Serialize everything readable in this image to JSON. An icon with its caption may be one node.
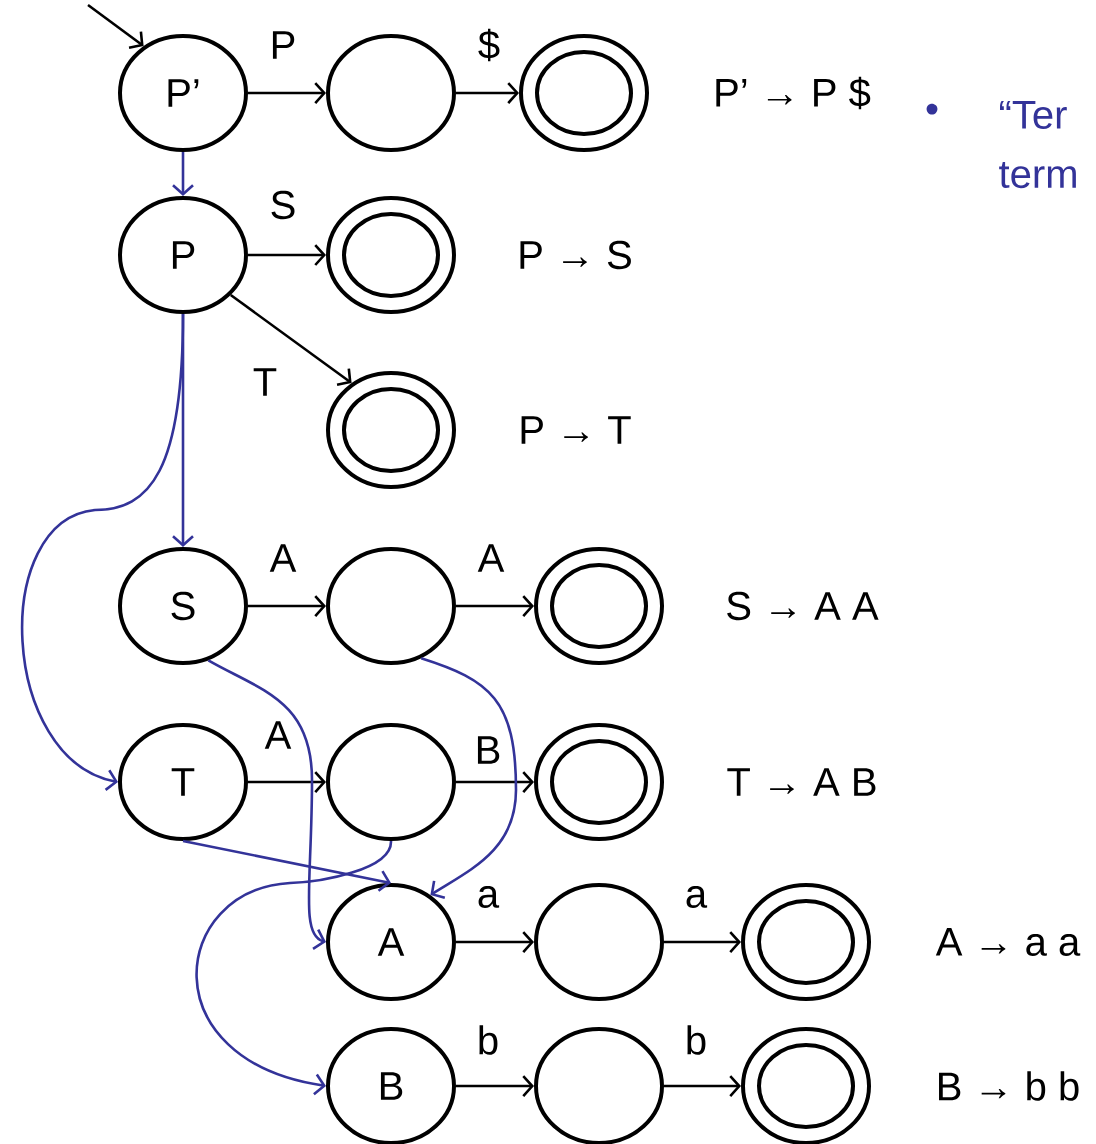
{
  "diagram": {
    "nodes": [
      {
        "text": [
          "P’"
        ]
      },
      {
        "text": [],
        "shape": "circle"
      },
      {
        "text": [],
        "shape": "double-circle"
      },
      {
        "text": [
          "P"
        ]
      },
      {
        "text": [],
        "shape": "double-circle"
      },
      {
        "text": [],
        "shape": "double-circle"
      },
      {
        "text": [
          "S"
        ]
      },
      {
        "text": [],
        "shape": "circle"
      },
      {
        "text": [],
        "shape": "double-circle"
      },
      {
        "text": [
          "T"
        ]
      },
      {
        "text": [],
        "shape": "circle"
      },
      {
        "text": [],
        "shape": "double-circle"
      },
      {
        "text": [
          "A"
        ]
      },
      {
        "text": [],
        "shape": "circle"
      },
      {
        "text": [],
        "shape": "double-circle"
      },
      {
        "text": [
          "B"
        ]
      },
      {
        "text": [],
        "shape": "circle"
      },
      {
        "text": [],
        "shape": "double-circle"
      }
    ],
    "edges": [
      {
        "from": null,
        "to": 0,
        "arrow": "to"
      },
      {
        "from": 0,
        "to": 1,
        "arrow": "to",
        "label": "P"
      },
      {
        "from": 1,
        "to": 2,
        "arrow": "to",
        "label": "$"
      },
      {
        "from": 3,
        "to": 4,
        "arrow": "to",
        "label": "S"
      },
      {
        "from": 3,
        "to": 5,
        "arrow": "to",
        "label": "T"
      },
      {
        "from": 6,
        "to": 7,
        "arrow": "to",
        "label": "A"
      },
      {
        "from": 7,
        "to": 8,
        "arrow": "to",
        "label": "A"
      },
      {
        "from": 9,
        "to": 10,
        "arrow": "to",
        "label": "A"
      },
      {
        "from": 10,
        "to": 11,
        "arrow": "to",
        "label": "B"
      },
      {
        "from": 12,
        "to": 13,
        "arrow": "to",
        "label": "a"
      },
      {
        "from": 13,
        "to": 14,
        "arrow": "to",
        "label": "a"
      },
      {
        "from": 15,
        "to": 16,
        "arrow": "to",
        "label": "b"
      },
      {
        "from": 16,
        "to": 17,
        "arrow": "to",
        "label": "b"
      },
      {
        "from": 0,
        "to": 3,
        "arrow": "to",
        "color": "#333399"
      },
      {
        "from": 3,
        "to": 6,
        "arrow": "to",
        "color": "#333399"
      },
      {
        "from": 3,
        "to": 9,
        "arrow": "to",
        "color": "#333399"
      },
      {
        "from": 6,
        "to": 12,
        "arrow": "to",
        "color": "#333399"
      },
      {
        "from": 7,
        "to": 12,
        "arrow": "to",
        "color": "#333399"
      },
      {
        "from": 9,
        "to": 12,
        "arrow": "to",
        "color": "#333399"
      },
      {
        "from": 10,
        "to": 15,
        "arrow": "to",
        "color": "#333399"
      }
    ],
    "labels": [
      "P’ → P $",
      "•",
      "“Ter",
      "term",
      "P → S",
      "P → T",
      "S → A A",
      "T → A B",
      "A → a a",
      "B → b b"
    ]
  }
}
